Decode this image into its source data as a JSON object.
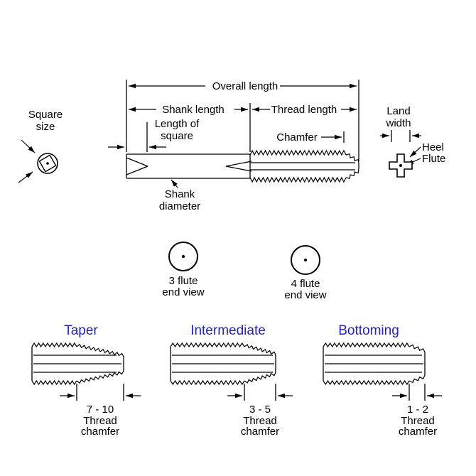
{
  "colors": {
    "line": "#000000",
    "label_blue": "#2323cb"
  },
  "top_diagram": {
    "overall_length": "Overall length",
    "shank_length": "Shank length",
    "thread_length": "Thread length",
    "length_of_square_line1": "Length of",
    "length_of_square_line2": "square",
    "chamfer": "Chamfer",
    "square_size_line1": "Square",
    "square_size_line2": "size",
    "land_width_line1": "Land",
    "land_width_line2": "width",
    "heel": "Heel",
    "flute": "Flute",
    "shank_diameter_line1": "Shank",
    "shank_diameter_line2": "diameter"
  },
  "end_views": {
    "three_flute_line1": "3 flute",
    "three_flute_line2": "end view",
    "four_flute_line1": "4 flute",
    "four_flute_line2": "end view"
  },
  "tap_types": [
    {
      "name": "Taper",
      "chamfer_range": "7 - 10",
      "note_line1": "Thread",
      "note_line2": "chamfer"
    },
    {
      "name": "Intermediate",
      "chamfer_range": "3 - 5",
      "note_line1": "Thread",
      "note_line2": "chamfer"
    },
    {
      "name": "Bottoming",
      "chamfer_range": "1 - 2",
      "note_line1": "Thread",
      "note_line2": "chamfer"
    }
  ]
}
